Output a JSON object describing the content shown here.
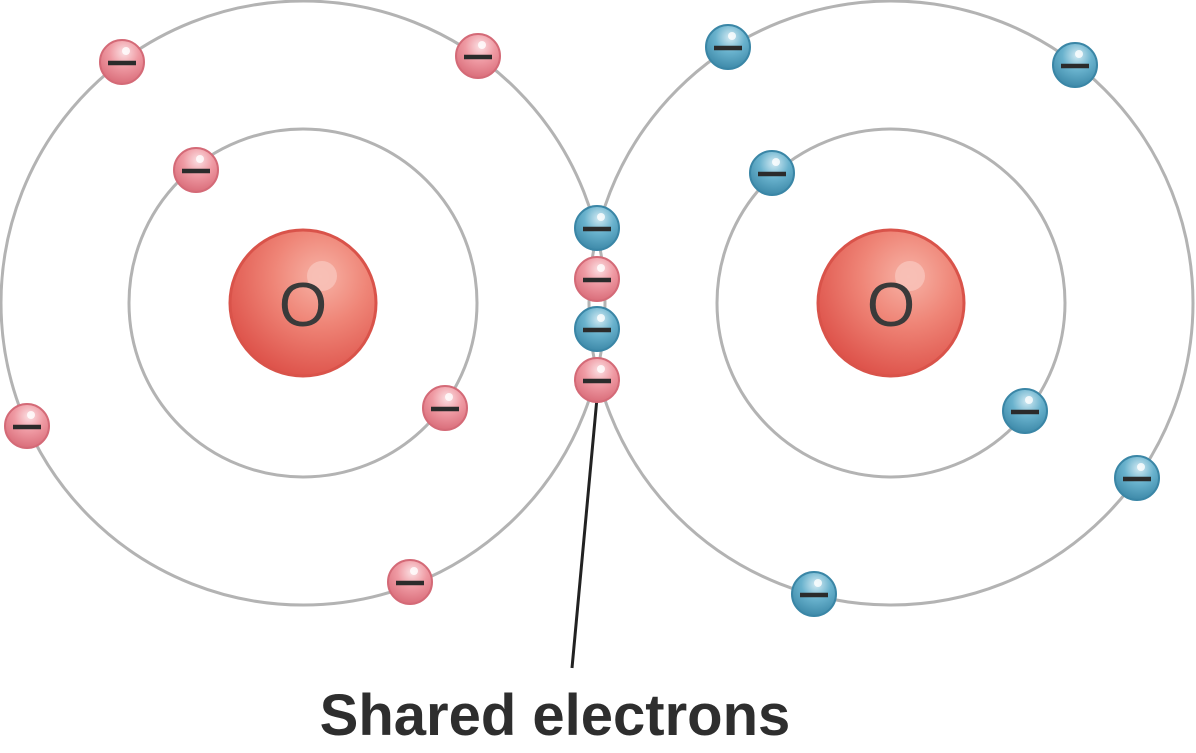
{
  "diagram": {
    "caption": "Shared electrons",
    "atoms": [
      {
        "symbol": "O",
        "electron_color": "#e8838f",
        "electrons": 8
      },
      {
        "symbol": "O",
        "electron_color": "#4f9fbf",
        "electrons": 8
      }
    ],
    "shared_electron_count": 4,
    "colors": {
      "nucleus": "#e8645c",
      "orbit": "#b3b3b3",
      "red_electron": "#e8838f",
      "blue_electron": "#4f9fbf"
    }
  }
}
